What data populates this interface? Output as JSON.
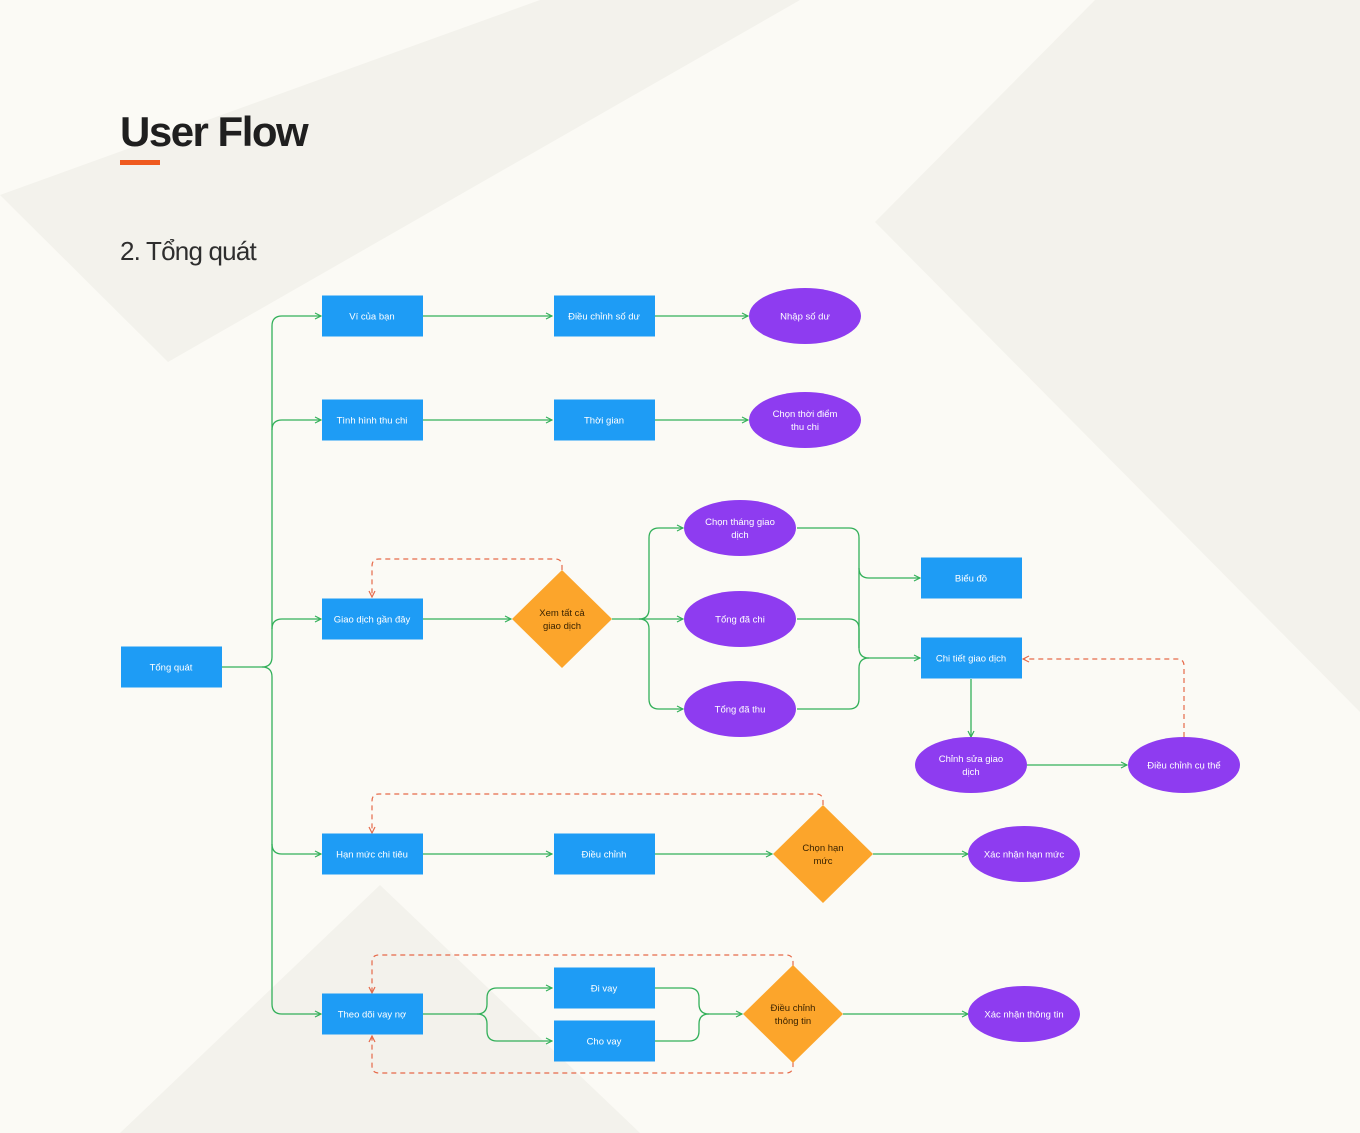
{
  "page": {
    "title": "User Flow",
    "subtitle": "2. Tổng quát"
  },
  "colors": {
    "background": "#fbfaf5",
    "accent_underline": "#ef5a1f",
    "process_box": "#1e9cf5",
    "oval": "#8e3cf0",
    "decision": "#fca52b",
    "connector": "#33b05a",
    "back_link": "#e66a4a"
  },
  "nodes": [
    {
      "id": "tong-quat",
      "shape": "rect",
      "lines": [
        "Tổng quát"
      ]
    },
    {
      "id": "vi-cua-ban",
      "shape": "rect",
      "lines": [
        "Ví của bạn"
      ]
    },
    {
      "id": "dieu-chinh-so-du",
      "shape": "rect",
      "lines": [
        "Điều chỉnh số dư"
      ]
    },
    {
      "id": "nhap-so-du",
      "shape": "oval",
      "lines": [
        "Nhập số dư"
      ]
    },
    {
      "id": "tinh-hinh-thu-chi",
      "shape": "rect",
      "lines": [
        "Tình hình thu chi"
      ]
    },
    {
      "id": "thoi-gian",
      "shape": "rect",
      "lines": [
        "Thời gian"
      ]
    },
    {
      "id": "chon-thoi-diem",
      "shape": "oval",
      "lines": [
        "Chọn thời điểm",
        "thu chi"
      ]
    },
    {
      "id": "giao-dich-gan-day",
      "shape": "rect",
      "lines": [
        "Giao dịch gần đây"
      ]
    },
    {
      "id": "xem-tat-ca",
      "shape": "diamond",
      "lines": [
        "Xem tất cả",
        "giao dịch"
      ]
    },
    {
      "id": "chon-thang",
      "shape": "oval",
      "lines": [
        "Chọn tháng giao",
        "dịch"
      ]
    },
    {
      "id": "tong-da-chi",
      "shape": "oval",
      "lines": [
        "Tổng đã chi"
      ]
    },
    {
      "id": "tong-da-thu",
      "shape": "oval",
      "lines": [
        "Tổng đã thu"
      ]
    },
    {
      "id": "bieu-do",
      "shape": "rect",
      "lines": [
        "Biểu đồ"
      ]
    },
    {
      "id": "chi-tiet-giao-dich",
      "shape": "rect",
      "lines": [
        "Chi tiết giao dịch"
      ]
    },
    {
      "id": "chinh-sua-giao-dich",
      "shape": "oval",
      "lines": [
        "Chỉnh sửa giao",
        "dịch"
      ]
    },
    {
      "id": "dieu-chinh-cu-the",
      "shape": "oval",
      "lines": [
        "Điều chỉnh cụ thể"
      ]
    },
    {
      "id": "han-muc-chi-tieu",
      "shape": "rect",
      "lines": [
        "Hạn mức chi tiêu"
      ]
    },
    {
      "id": "dieu-chinh",
      "shape": "rect",
      "lines": [
        "Điều chỉnh"
      ]
    },
    {
      "id": "chon-han-muc",
      "shape": "diamond",
      "lines": [
        "Chọn hạn",
        "mức"
      ]
    },
    {
      "id": "xac-nhan-han-muc",
      "shape": "oval",
      "lines": [
        "Xác nhận hạn mức"
      ]
    },
    {
      "id": "theo-doi-vay-no",
      "shape": "rect",
      "lines": [
        "Theo dõi vay nợ"
      ]
    },
    {
      "id": "di-vay",
      "shape": "rect",
      "lines": [
        "Đi vay"
      ]
    },
    {
      "id": "cho-vay",
      "shape": "rect",
      "lines": [
        "Cho vay"
      ]
    },
    {
      "id": "dieu-chinh-thong-tin",
      "shape": "diamond",
      "lines": [
        "Điều chỉnh",
        "thông tin"
      ]
    },
    {
      "id": "xac-nhan-thong-tin",
      "shape": "oval",
      "lines": [
        "Xác nhận thông tin"
      ]
    }
  ],
  "edges": [
    {
      "from": "tong-quat",
      "to": "vi-cua-ban"
    },
    {
      "from": "tong-quat",
      "to": "tinh-hinh-thu-chi"
    },
    {
      "from": "tong-quat",
      "to": "giao-dich-gan-day"
    },
    {
      "from": "tong-quat",
      "to": "han-muc-chi-tieu"
    },
    {
      "from": "tong-quat",
      "to": "theo-doi-vay-no"
    },
    {
      "from": "vi-cua-ban",
      "to": "dieu-chinh-so-du"
    },
    {
      "from": "dieu-chinh-so-du",
      "to": "nhap-so-du"
    },
    {
      "from": "tinh-hinh-thu-chi",
      "to": "thoi-gian"
    },
    {
      "from": "thoi-gian",
      "to": "chon-thoi-diem"
    },
    {
      "from": "giao-dich-gan-day",
      "to": "xem-tat-ca"
    },
    {
      "from": "xem-tat-ca",
      "to": "chon-thang"
    },
    {
      "from": "xem-tat-ca",
      "to": "tong-da-chi"
    },
    {
      "from": "xem-tat-ca",
      "to": "tong-da-thu"
    },
    {
      "from": "chon-thang",
      "to": "bieu-do"
    },
    {
      "from": "chon-thang",
      "to": "chi-tiet-giao-dich"
    },
    {
      "from": "tong-da-chi",
      "to": "chi-tiet-giao-dich"
    },
    {
      "from": "tong-da-thu",
      "to": "chi-tiet-giao-dich"
    },
    {
      "from": "chi-tiet-giao-dich",
      "to": "chinh-sua-giao-dich"
    },
    {
      "from": "chinh-sua-giao-dich",
      "to": "dieu-chinh-cu-the"
    },
    {
      "from": "dieu-chinh-cu-the",
      "to": "chi-tiet-giao-dich",
      "style": "dashed"
    },
    {
      "from": "xem-tat-ca",
      "to": "giao-dich-gan-day",
      "style": "dashed"
    },
    {
      "from": "han-muc-chi-tieu",
      "to": "dieu-chinh"
    },
    {
      "from": "dieu-chinh",
      "to": "chon-han-muc"
    },
    {
      "from": "chon-han-muc",
      "to": "xac-nhan-han-muc"
    },
    {
      "from": "chon-han-muc",
      "to": "han-muc-chi-tieu",
      "style": "dashed"
    },
    {
      "from": "theo-doi-vay-no",
      "to": "di-vay"
    },
    {
      "from": "theo-doi-vay-no",
      "to": "cho-vay"
    },
    {
      "from": "di-vay",
      "to": "dieu-chinh-thong-tin"
    },
    {
      "from": "cho-vay",
      "to": "dieu-chinh-thong-tin"
    },
    {
      "from": "dieu-chinh-thong-tin",
      "to": "xac-nhan-thong-tin"
    },
    {
      "from": "dieu-chinh-thong-tin",
      "to": "theo-doi-vay-no",
      "style": "dashed"
    }
  ]
}
